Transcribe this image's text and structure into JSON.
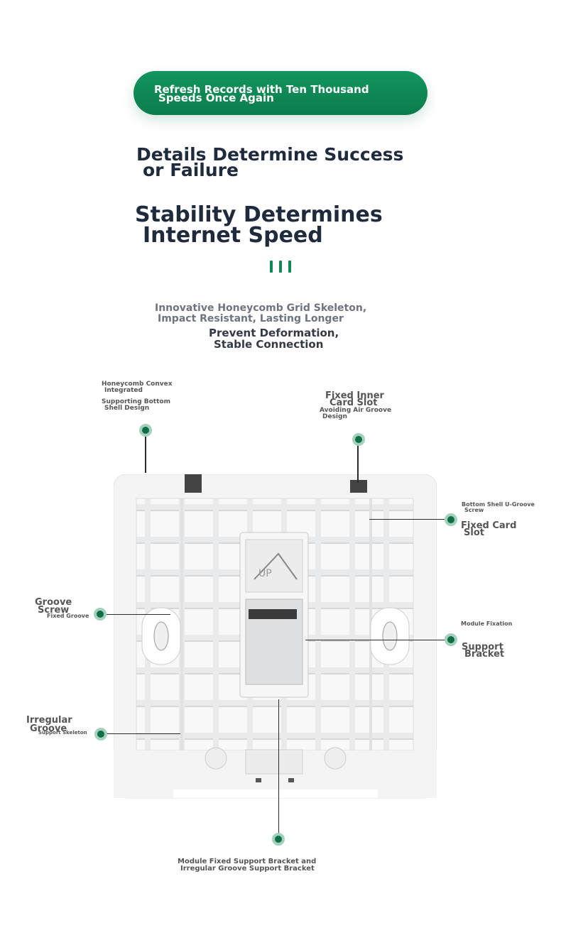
{
  "banner": {
    "line1": "Refresh Records with Ten Thousand",
    "line2": "Speeds Once Again"
  },
  "headline1": {
    "line1": "Details Determine Success",
    "line2": "or Failure"
  },
  "headline2": {
    "line1": "Stability Determines",
    "line2": "Internet Speed"
  },
  "features": {
    "line1": "Innovative Honeycomb Grid Skeleton,",
    "line2": "Impact Resistant, Lasting Longer",
    "line3": "Prevent Deformation,",
    "line4": "Stable Connection"
  },
  "callouts": {
    "honeycomb": {
      "l1": "Honeycomb Convex",
      "l2": "Integrated",
      "l3": "Supporting Bottom",
      "l4": "Shell Design"
    },
    "card_slot": {
      "t1": "Fixed Inner",
      "t2": "Card Slot",
      "s1": "Avoiding Air Groove",
      "s2": "Design"
    },
    "u_groove": {
      "s1": "Bottom Shell U-Groove",
      "s2": "Screw",
      "t1": "Fixed Card",
      "t2": "Slot"
    },
    "groove_screw": {
      "t1": "Groove",
      "t2": "Screw",
      "s1": "Fixed Groove"
    },
    "module": {
      "s1": "Module Fixation",
      "t1": "Support",
      "t2": "Bracket"
    },
    "irregular": {
      "t1": "Irregular",
      "t2": "Groove",
      "s1": "Support Skeleton"
    },
    "bottom": {
      "l1": "Module Fixed Support Bracket and",
      "l2": "Irregular Groove Support Bracket"
    }
  },
  "panel_marking": "UP",
  "colors": {
    "accent": "#0f8a55",
    "dot": "#0e6e45",
    "dot_ring": "#a4d1bc",
    "heading": "#1f2b3d"
  }
}
